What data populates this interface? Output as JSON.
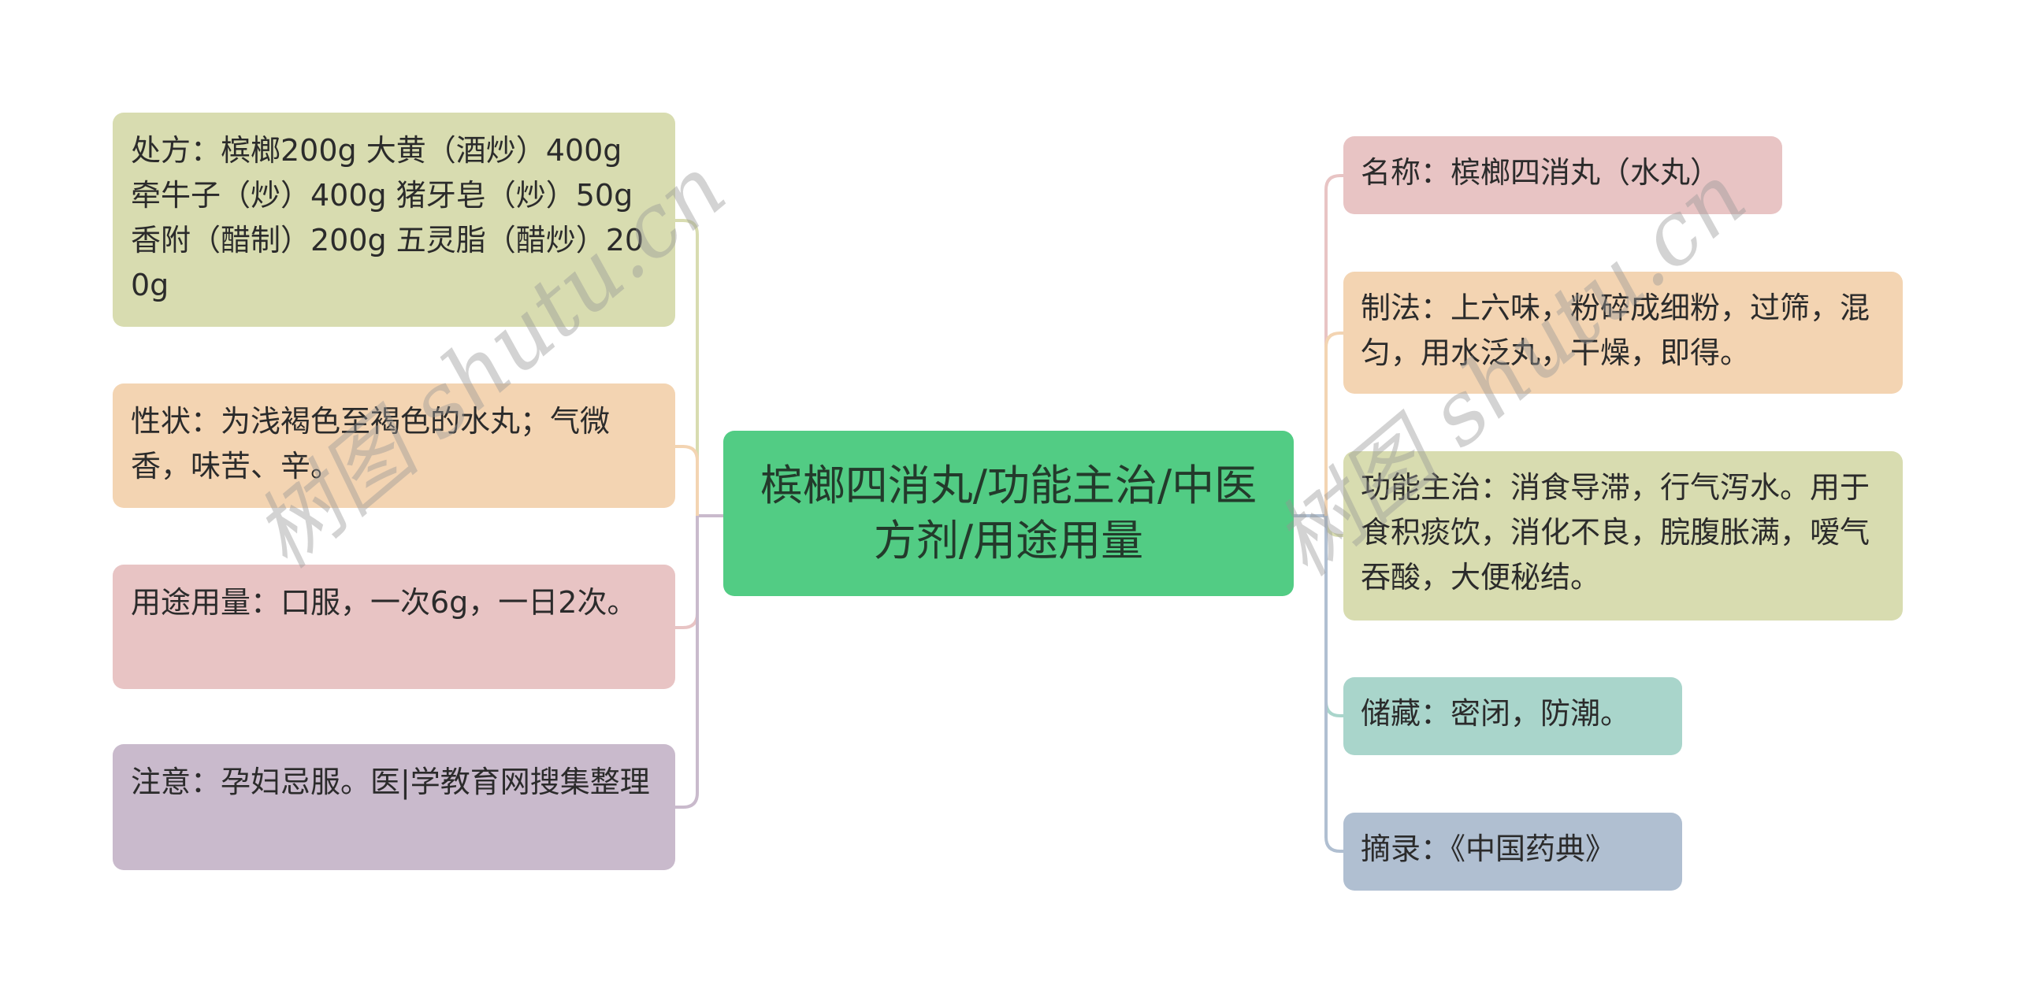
{
  "mindmap": {
    "root": {
      "label": "槟榔四消丸/功能主治/中医方剂/用途用量",
      "color": "#52cc84"
    },
    "left_branches": [
      {
        "label": "处方：槟榔200g 大黄（酒炒）400g 牵牛子（炒）400g 猪牙皂（炒）50g 香附（醋制）200g 五灵脂（醋炒）200g",
        "color": "#d8dcb0",
        "line_color": "#d8dcb0"
      },
      {
        "label": "性状：为浅褐色至褐色的水丸；气微香，味苦、辛。",
        "color": "#f3d4b2",
        "line_color": "#f3d4b2"
      },
      {
        "label": "用途用量：口服，一次6g，一日2次。",
        "color": "#e8c4c4",
        "line_color": "#e8c4c4"
      },
      {
        "label": "注意：孕妇忌服。医|学教育网搜集整理",
        "color": "#c9bacc",
        "line_color": "#c9bacc"
      }
    ],
    "right_branches": [
      {
        "label": "名称：槟榔四消丸（水丸）",
        "color": "#e8c4c4",
        "line_color": "#e8c4c4"
      },
      {
        "label": "制法：上六味，粉碎成细粉，过筛，混匀，用水泛丸，干燥，即得。",
        "color": "#f3d4b2",
        "line_color": "#f3d4b2"
      },
      {
        "label": "功能主治：消食导滞，行气泻水。用于食积痰饮，消化不良，脘腹胀满，嗳气吞酸，大便秘结。",
        "color": "#d8dcb0",
        "line_color": "#d8dcb0"
      },
      {
        "label": "储藏：密闭，防潮。",
        "color": "#a9d5cb",
        "line_color": "#a9d5cb"
      },
      {
        "label": "摘录：《中国药典》",
        "color": "#b0bfd1",
        "line_color": "#b0bfd1"
      }
    ]
  },
  "watermarks": [
    {
      "text": "树图 shutu.cn"
    },
    {
      "text": "树图 shutu.cn"
    }
  ]
}
